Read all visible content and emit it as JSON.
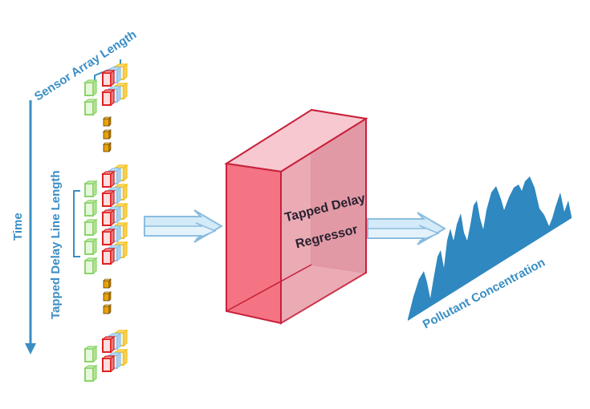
{
  "labels": {
    "time": "Time",
    "sensor_array_length": "Sensor Array Length",
    "tapped_delay_line_length": "Tapped Delay Line Length",
    "box_line1": "Tapped Delay",
    "box_line2": "Regressor",
    "pollutant_concentration": "Pollutant Concentration"
  },
  "colors": {
    "label_blue": "#3a8ec4",
    "sensor_green": "#8cd46a",
    "sensor_red": "#e02020",
    "sensor_blue": "#8fc6ea",
    "sensor_yellow": "#f5c21a",
    "dot_orange": "#e8a20c",
    "box_front": "#f47483",
    "box_edge": "#c8203a",
    "arrow_fill": "#cfe8f8",
    "arrow_stroke": "#7fb6dc",
    "curve_fill": "#2f88c0"
  }
}
